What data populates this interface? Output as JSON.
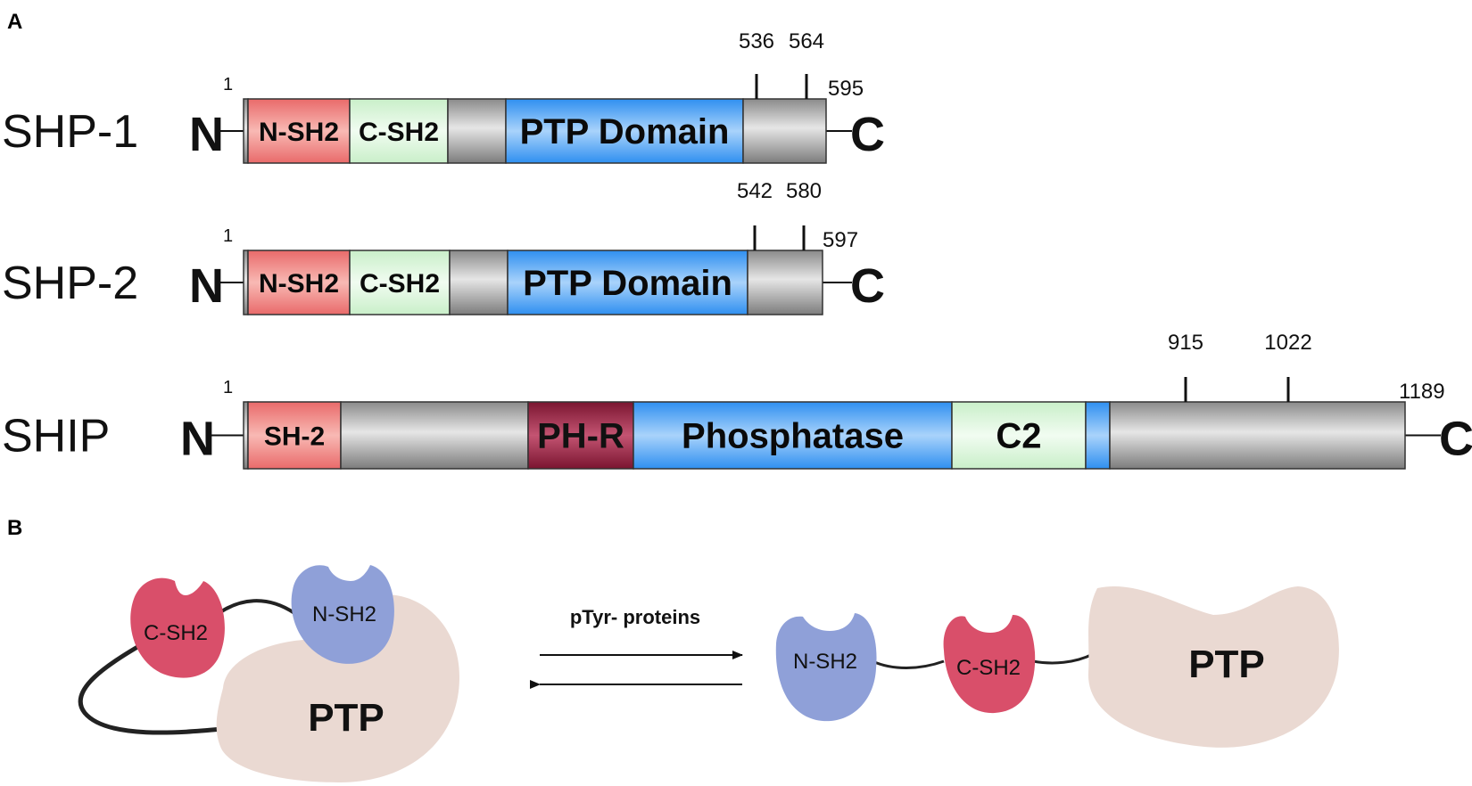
{
  "panels": {
    "a": "A",
    "b": "B"
  },
  "colors": {
    "red_domain": "#f07d7d",
    "green_domain": "#d6f5d6",
    "blue_domain": "#3d9cf2",
    "gray_domain": "#a8a8a8",
    "phr_domain": "#8f1f3c",
    "csh2_shape": "#d94f6a",
    "nsh2_shape": "#8fa0d8",
    "ptp_shape": "#ead9d2"
  },
  "terminals": {
    "n": "N",
    "c": "C"
  },
  "proteins": [
    {
      "name": "SHP-1",
      "start": "1",
      "end": "595",
      "sites": [
        "536",
        "564"
      ],
      "domains": [
        {
          "label": "N-SH2",
          "type": "red"
        },
        {
          "label": "C-SH2",
          "type": "green"
        },
        {
          "label": "",
          "type": "gray"
        },
        {
          "label": "PTP Domain",
          "type": "blue"
        },
        {
          "label": "",
          "type": "gray"
        }
      ]
    },
    {
      "name": "SHP-2",
      "start": "1",
      "end": "597",
      "sites": [
        "542",
        "580"
      ],
      "domains": [
        {
          "label": "N-SH2",
          "type": "red"
        },
        {
          "label": "C-SH2",
          "type": "green"
        },
        {
          "label": "",
          "type": "gray"
        },
        {
          "label": "PTP Domain",
          "type": "blue"
        },
        {
          "label": "",
          "type": "gray"
        }
      ]
    },
    {
      "name": "SHIP",
      "start": "1",
      "end": "1189",
      "sites": [
        "915",
        "1022"
      ],
      "domains": [
        {
          "label": "SH-2",
          "type": "red"
        },
        {
          "label": "",
          "type": "gray"
        },
        {
          "label": "PH-R",
          "type": "phr"
        },
        {
          "label": "Phosphatase",
          "type": "blue"
        },
        {
          "label": "C2",
          "type": "green"
        },
        {
          "label": "",
          "type": "blue"
        },
        {
          "label": "",
          "type": "gray"
        }
      ]
    }
  ],
  "panel_b": {
    "left": {
      "c_sh2": "C-SH2",
      "n_sh2": "N-SH2",
      "ptp": "PTP"
    },
    "arrow_label": "pTyr- proteins",
    "right": {
      "n_sh2": "N-SH2",
      "c_sh2": "C-SH2",
      "ptp": "PTP"
    }
  }
}
